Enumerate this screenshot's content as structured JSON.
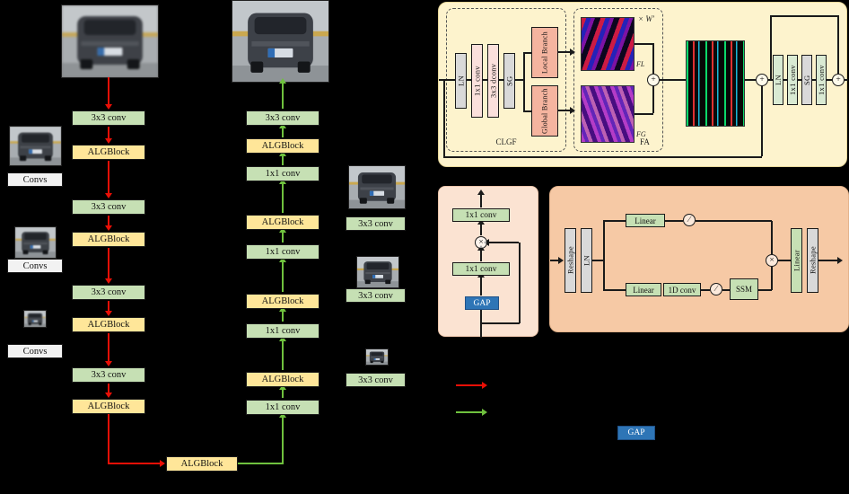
{
  "main": {
    "encoder": [
      "3x3 conv",
      "ALGBlock",
      "3x3 conv",
      "ALGBlock",
      "3x3 conv",
      "ALGBlock",
      "3x3 conv",
      "ALGBlock"
    ],
    "decoder": [
      "3x3 conv",
      "ALGBlock",
      "1x1 conv",
      "ALGBlock",
      "1x1 conv",
      "ALGBlock",
      "1x1 conv",
      "ALGBlock",
      "1x1 conv"
    ],
    "bottleneck": "ALGBlock",
    "convs_labels": [
      "Convs",
      "Convs",
      "Convs"
    ],
    "side_convs": [
      "3x3 conv",
      "3x3 conv",
      "3x3 conv"
    ]
  },
  "alg_panel": {
    "in_stack": [
      "LN",
      "1x1 conv",
      "3x3 dconv",
      "SG"
    ],
    "branches": [
      "Local Branch",
      "Global Branch"
    ],
    "clgf_label": "CLGF",
    "fa_label": "FA",
    "fl_label": "FL",
    "fg_label": "FG",
    "weight_label": "× W′",
    "out_stack": [
      "LN",
      "1x1 conv",
      "SG",
      "1x1 conv"
    ]
  },
  "gap_module": {
    "conv_top": "1x1 conv",
    "conv_bottom": "1x1 conv",
    "gap": "GAP"
  },
  "ssm_module": {
    "reshape_in": "Reshape",
    "ln": "LN",
    "linear_top": "Linear",
    "linear_bottom": "Linear",
    "conv1d": "1D conv",
    "ssm": "SSM",
    "linear_out": "Linear",
    "reshape_out": "Reshape"
  },
  "legend": {
    "gap": "GAP"
  },
  "ops": {
    "plus": "+",
    "times": "×",
    "act": "∕"
  },
  "colors": {
    "background": "#000000",
    "arrow_red": "#e90f06",
    "arrow_green": "#6fc13e",
    "gap_blue": "#2e75b6",
    "panel_yellow": "#fdf3cd",
    "panel_peach_light": "#fbe3d2",
    "panel_peach": "#f6c9a5",
    "block_green": "#c6e0b4",
    "block_yellow": "#ffe699"
  }
}
